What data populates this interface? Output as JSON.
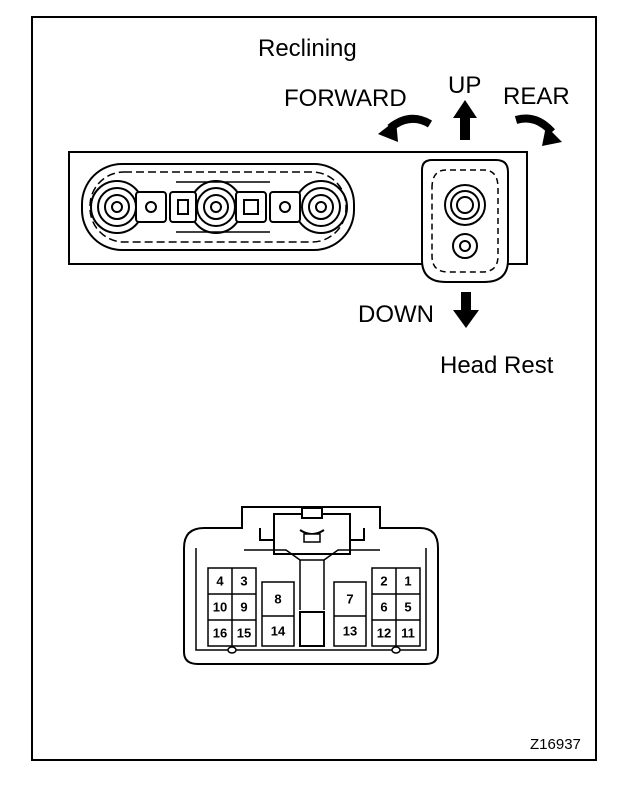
{
  "labels": {
    "reclining": "Reclining",
    "forward": "FORWARD",
    "up": "UP",
    "rear": "REAR",
    "down": "DOWN",
    "head_rest": "Head Rest",
    "figure_id": "Z16937"
  },
  "connector_pins": {
    "p1": "1",
    "p2": "2",
    "p3": "3",
    "p4": "4",
    "p5": "5",
    "p6": "6",
    "p7": "7",
    "p8": "8",
    "p9": "9",
    "p10": "10",
    "p11": "11",
    "p12": "12",
    "p13": "13",
    "p14": "14",
    "p15": "15",
    "p16": "16"
  }
}
